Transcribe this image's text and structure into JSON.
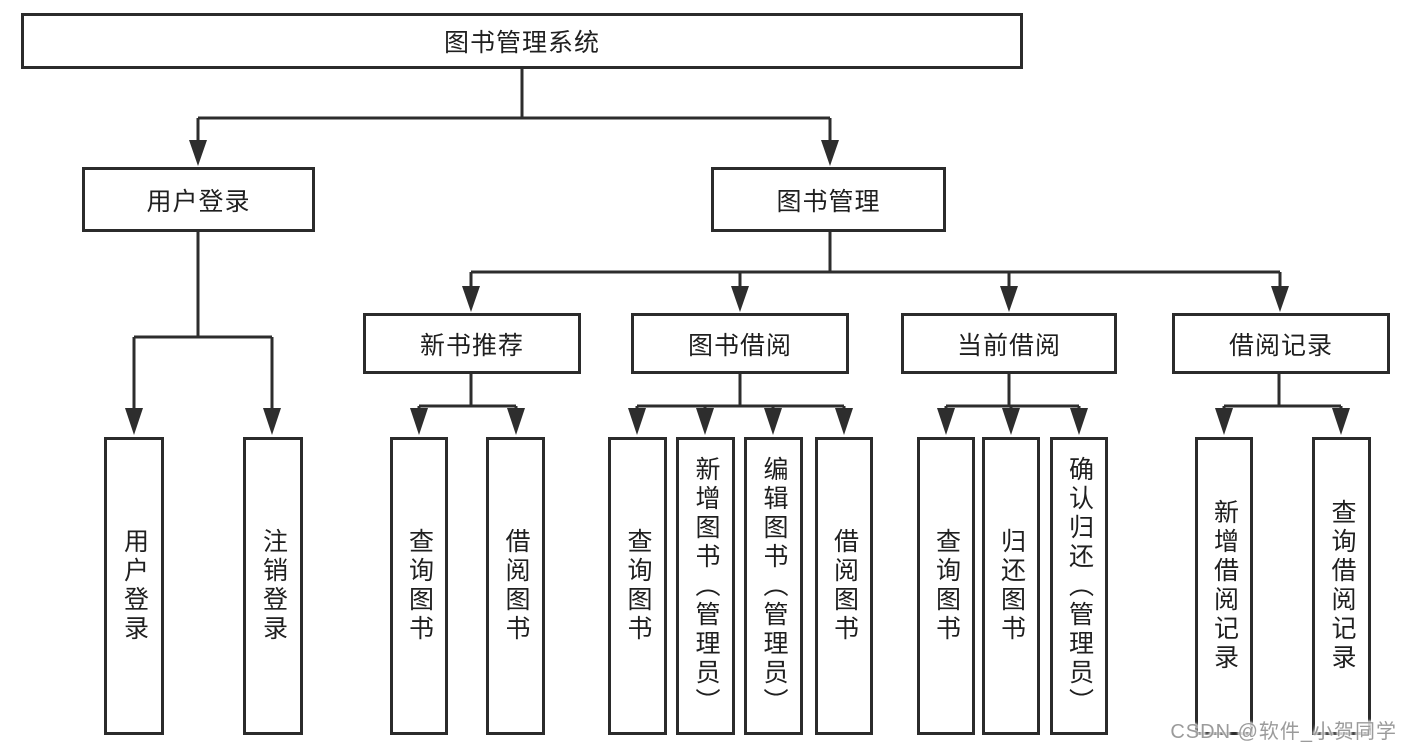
{
  "tree": {
    "root": {
      "label": "图书管理系统"
    },
    "branches": [
      {
        "label": "用户登录",
        "children": [
          {
            "label": "用户登录"
          },
          {
            "label": "注销登录"
          }
        ]
      },
      {
        "label": "图书管理",
        "sections": [
          {
            "label": "新书推荐",
            "children": [
              {
                "label": "查询图书"
              },
              {
                "label": "借阅图书"
              }
            ]
          },
          {
            "label": "图书借阅",
            "children": [
              {
                "label": "查询图书"
              },
              {
                "label": "新增图书（管理员）"
              },
              {
                "label": "编辑图书（管理员）"
              },
              {
                "label": "借阅图书"
              }
            ]
          },
          {
            "label": "当前借阅",
            "children": [
              {
                "label": "查询图书"
              },
              {
                "label": "归还图书"
              },
              {
                "label": "确认归还（管理员）"
              }
            ]
          },
          {
            "label": "借阅记录",
            "children": [
              {
                "label": "新增借阅记录"
              },
              {
                "label": "查询借阅记录"
              }
            ]
          }
        ]
      }
    ]
  },
  "watermark": {
    "text": "CSDN @软件_小贺同学"
  },
  "colors": {
    "line": "#2d2d2d",
    "box_border": "#2b2b2b",
    "text": "#1f1f1f",
    "background": "#ffffff",
    "watermark": "#9b9b9b"
  }
}
